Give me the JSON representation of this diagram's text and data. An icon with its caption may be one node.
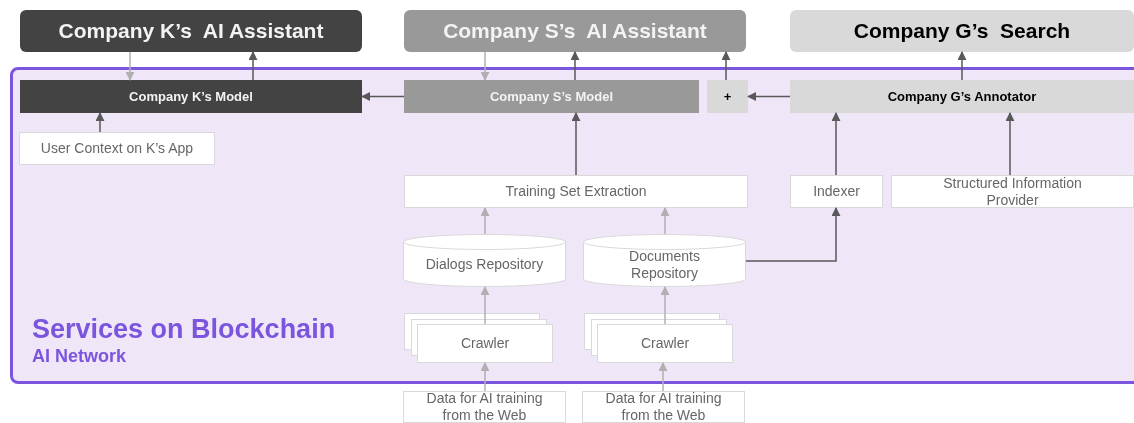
{
  "diagram": {
    "nodes": [
      {
        "text": [
          "Company K’s  AI Assistant"
        ]
      },
      {
        "text": [
          "Company S’s  AI Assistant"
        ]
      },
      {
        "text": [
          "Company G’s  Search"
        ]
      },
      {
        "text": [
          "Services on Blockchain",
          "AI Network"
        ]
      },
      {
        "text": [
          "Company K’s Model"
        ],
        "in": 3
      },
      {
        "text": [
          "Company S’s Model"
        ],
        "in": 3
      },
      {
        "text": [
          "+"
        ],
        "in": 3
      },
      {
        "text": [
          "Company G’s Annotator"
        ],
        "in": 3
      },
      {
        "text": [
          "User Context on K’s App"
        ],
        "in": 3
      },
      {
        "text": [
          "Training Set Extraction"
        ],
        "in": 3
      },
      {
        "text": [
          "Indexer"
        ],
        "in": 3
      },
      {
        "text": [
          "Structured Information Provider"
        ],
        "in": 3
      },
      {
        "text": [
          "Dialogs Repository"
        ],
        "in": 3
      },
      {
        "text": [
          "Documents Repository"
        ],
        "in": 3
      },
      {
        "text": [
          "Crawler"
        ],
        "in": 3
      },
      {
        "text": [
          "Crawler"
        ],
        "in": 3
      },
      {
        "text": [
          "Data for AI training from the Web"
        ]
      },
      {
        "text": [
          "Data for AI training from the Web"
        ]
      }
    ],
    "edges": [
      {
        "from": 0,
        "to": 4,
        "arrow": "to",
        "color": "#b0b0b0"
      },
      {
        "from": 4,
        "to": 0,
        "arrow": "to"
      },
      {
        "from": 1,
        "to": 5,
        "arrow": "to",
        "color": "#b0b0b0"
      },
      {
        "from": 5,
        "to": 1,
        "arrow": "to"
      },
      {
        "from": 6,
        "to": 1,
        "arrow": "to"
      },
      {
        "from": 7,
        "to": 2,
        "arrow": "to"
      },
      {
        "from": 5,
        "to": 4,
        "arrow": "to"
      },
      {
        "from": 7,
        "to": 6,
        "arrow": "to"
      },
      {
        "from": 8,
        "to": 4,
        "arrow": "to"
      },
      {
        "from": 9,
        "to": 5,
        "arrow": "to"
      },
      {
        "from": 10,
        "to": 7,
        "arrow": "to"
      },
      {
        "from": 11,
        "to": 7,
        "arrow": "to"
      },
      {
        "from": 12,
        "to": 9,
        "arrow": "to",
        "color": "#b0b0b0"
      },
      {
        "from": 13,
        "to": 9,
        "arrow": "to",
        "color": "#b0b0b0"
      },
      {
        "from": 13,
        "to": 10,
        "arrow": "to"
      },
      {
        "from": 14,
        "to": 12,
        "arrow": "to",
        "color": "#b0b0b0"
      },
      {
        "from": 15,
        "to": 13,
        "arrow": "to",
        "color": "#b0b0b0"
      },
      {
        "from": 16,
        "to": 14,
        "arrow": "to",
        "color": "#b0b0b0"
      },
      {
        "from": 17,
        "to": 15,
        "arrow": "to",
        "color": "#b0b0b0"
      }
    ]
  }
}
